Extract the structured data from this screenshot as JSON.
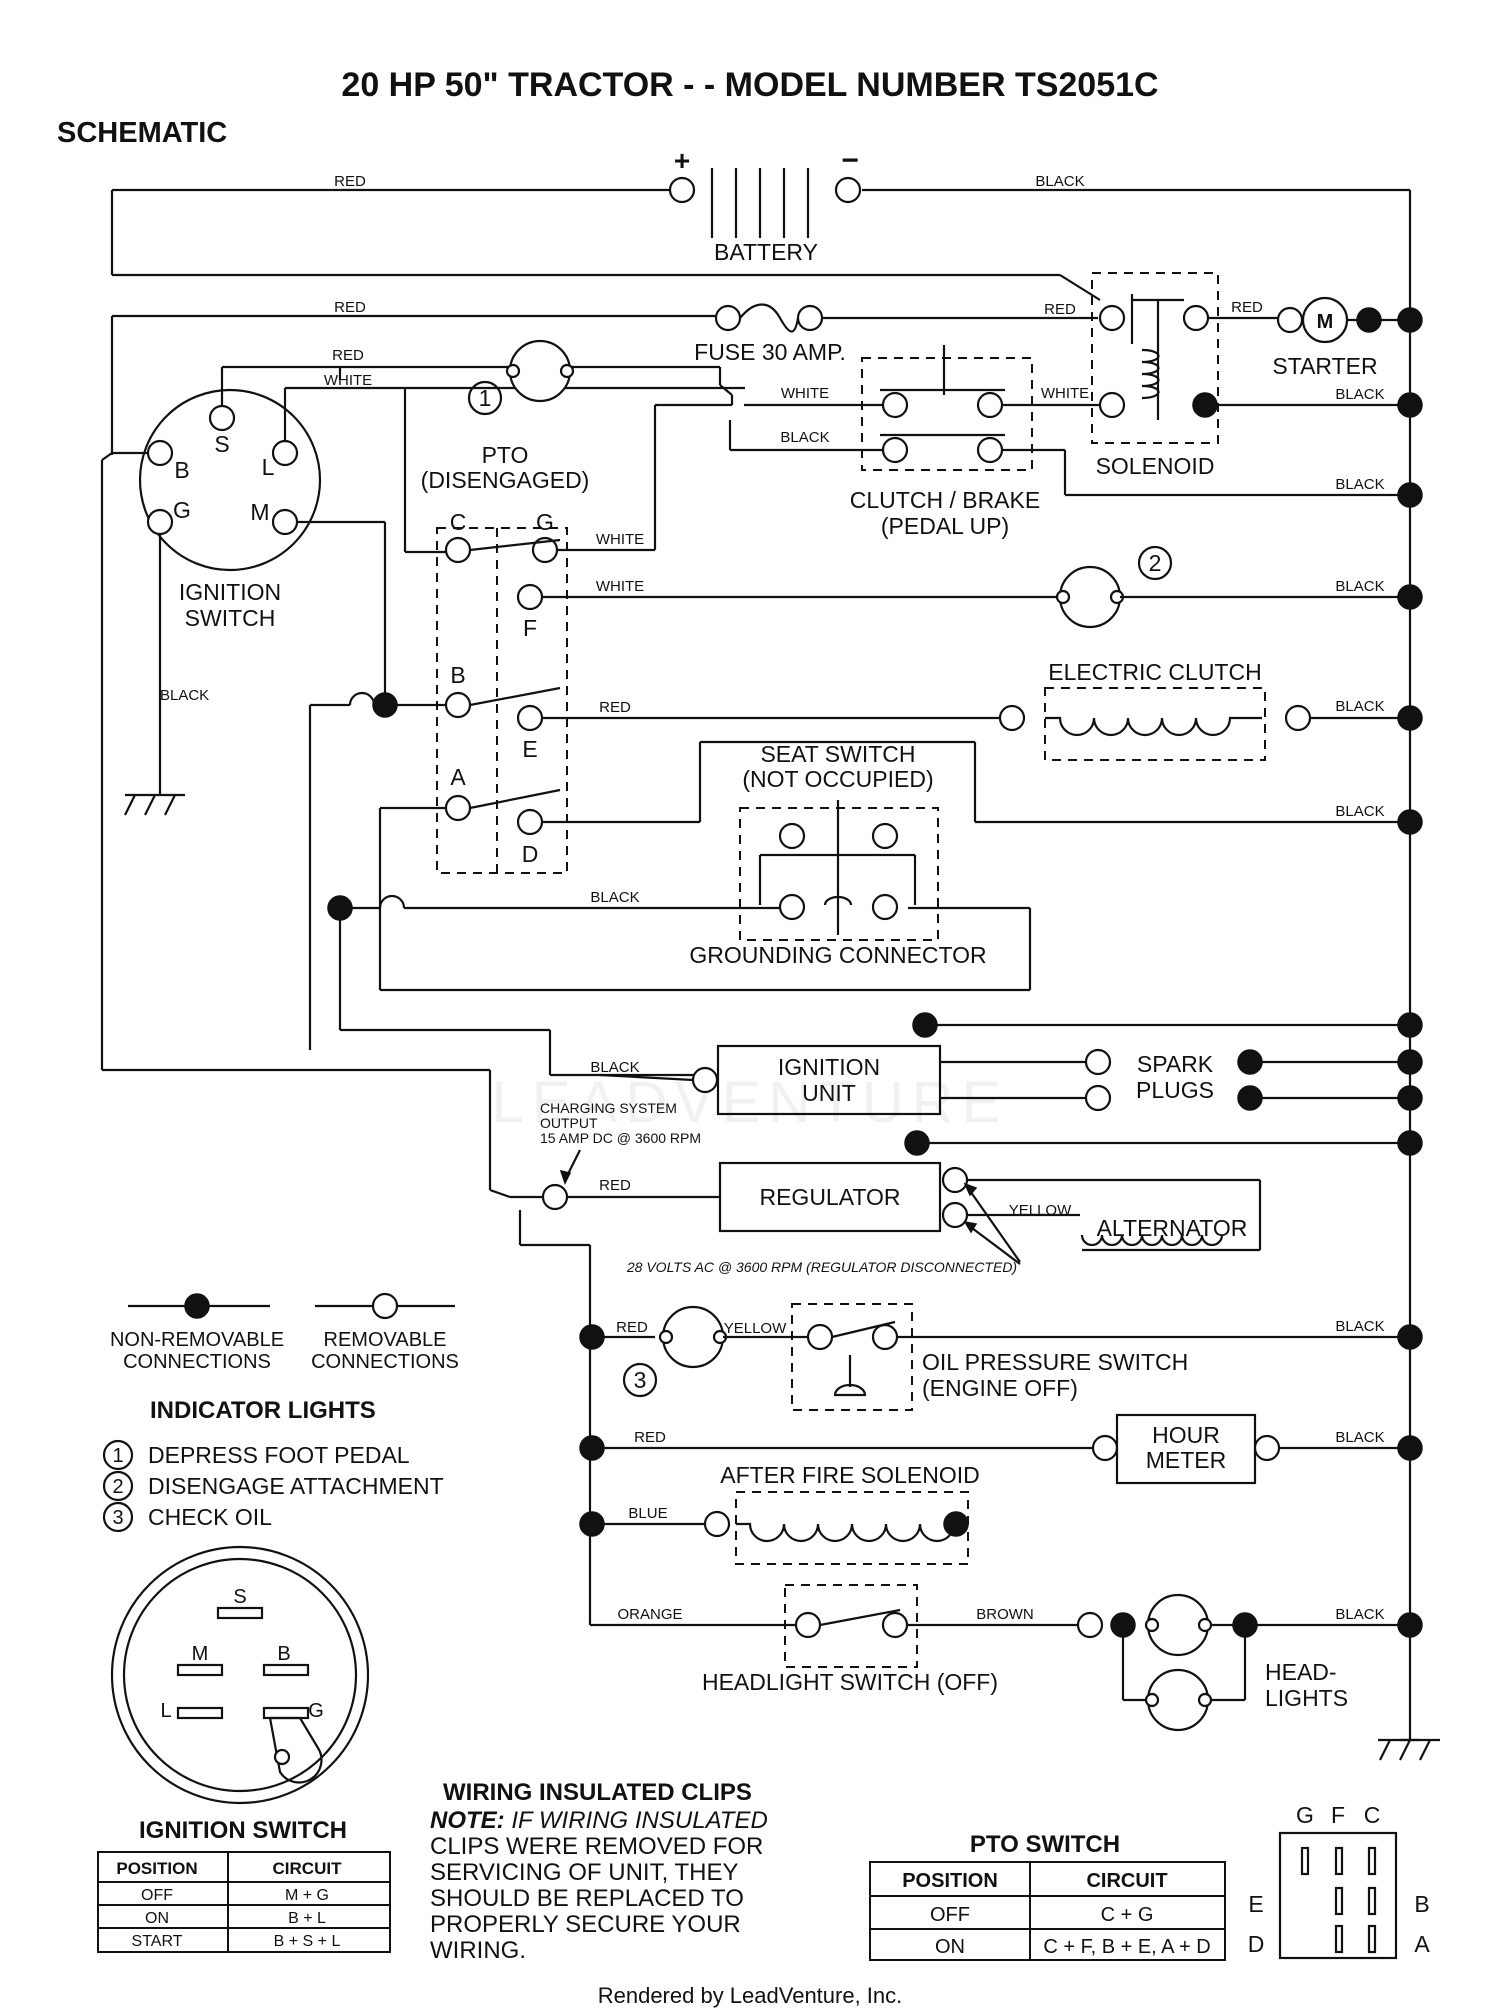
{
  "title": "20 HP 50\" TRACTOR - - MODEL NUMBER TS2051C",
  "subtitle": "SCHEMATIC",
  "footer": "Rendered by LeadVenture, Inc.",
  "watermark": "LEADVENTURE",
  "components": {
    "battery": "BATTERY",
    "battery_plus": "+",
    "battery_minus": "−",
    "fuse": "FUSE 30 AMP.",
    "starter": "STARTER",
    "starter_m": "M",
    "solenoid": "SOLENOID",
    "clutch_brake": [
      "CLUTCH / BRAKE",
      "(PEDAL UP)"
    ],
    "pto": [
      "PTO",
      "(DISENGAGED)"
    ],
    "ignition_switch": [
      "IGNITION",
      "SWITCH"
    ],
    "electric_clutch": "ELECTRIC CLUTCH",
    "seat_switch": [
      "SEAT SWITCH",
      "(NOT OCCUPIED)"
    ],
    "grounding_connector": "GROUNDING CONNECTOR",
    "ignition_unit": [
      "IGNITION",
      "UNIT"
    ],
    "spark_plugs": [
      "SPARK",
      "PLUGS"
    ],
    "regulator": "REGULATOR",
    "alternator": "ALTERNATOR",
    "charging_note": [
      "CHARGING SYSTEM",
      "OUTPUT",
      "15 AMP DC @ 3600 RPM"
    ],
    "ac_note": "28 VOLTS AC @ 3600 RPM (REGULATOR DISCONNECTED)",
    "oil_pressure_switch": [
      "OIL PRESSURE SWITCH",
      "(ENGINE OFF)"
    ],
    "hour_meter": [
      "HOUR",
      "METER"
    ],
    "after_fire_solenoid": "AFTER FIRE SOLENOID",
    "headlight_switch": "HEADLIGHT SWITCH (OFF)",
    "headlights": [
      "HEAD-",
      "LIGHTS"
    ],
    "indicator_numbers": [
      "1",
      "2",
      "3"
    ]
  },
  "wires": {
    "red": "RED",
    "black": "BLACK",
    "white": "WHITE",
    "yellow": "YELLOW",
    "blue": "BLUE",
    "orange": "ORANGE",
    "brown": "BROWN"
  },
  "terminals": {
    "ignition": [
      "B",
      "S",
      "L",
      "G",
      "M"
    ],
    "pto": [
      "C",
      "G",
      "F",
      "B",
      "E",
      "A",
      "D"
    ]
  },
  "legend": {
    "non_removable": [
      "NON-REMOVABLE",
      "CONNECTIONS"
    ],
    "removable": [
      "REMOVABLE",
      "CONNECTIONS"
    ]
  },
  "indicator_lights": {
    "title": "INDICATOR LIGHTS",
    "items": [
      {
        "num": "1",
        "label": "DEPRESS FOOT PEDAL"
      },
      {
        "num": "2",
        "label": "DISENGAGE ATTACHMENT"
      },
      {
        "num": "3",
        "label": "CHECK OIL"
      }
    ]
  },
  "ignition_face_labels": [
    "S",
    "M",
    "B",
    "L",
    "G"
  ],
  "ignition_table": {
    "title": "IGNITION SWITCH",
    "headers": [
      "POSITION",
      "CIRCUIT"
    ],
    "rows": [
      [
        "OFF",
        "M + G"
      ],
      [
        "ON",
        "B + L"
      ],
      [
        "START",
        "B + S + L"
      ]
    ]
  },
  "clips_note": {
    "title": "WIRING INSULATED CLIPS",
    "note_label": "NOTE:",
    "lines": [
      " IF WIRING INSULATED",
      "CLIPS WERE REMOVED FOR",
      "SERVICING OF UNIT, THEY",
      "SHOULD BE REPLACED TO",
      "PROPERLY SECURE YOUR",
      "WIRING."
    ]
  },
  "pto_table": {
    "title": "PTO SWITCH",
    "headers": [
      "POSITION",
      "CIRCUIT"
    ],
    "rows": [
      [
        "OFF",
        "C + G"
      ],
      [
        "ON",
        "C + F, B + E, A + D"
      ]
    ]
  },
  "pto_face": {
    "top": [
      "G",
      "F",
      "C"
    ],
    "left": [
      "E",
      "D"
    ],
    "right": [
      "B",
      "A"
    ]
  }
}
